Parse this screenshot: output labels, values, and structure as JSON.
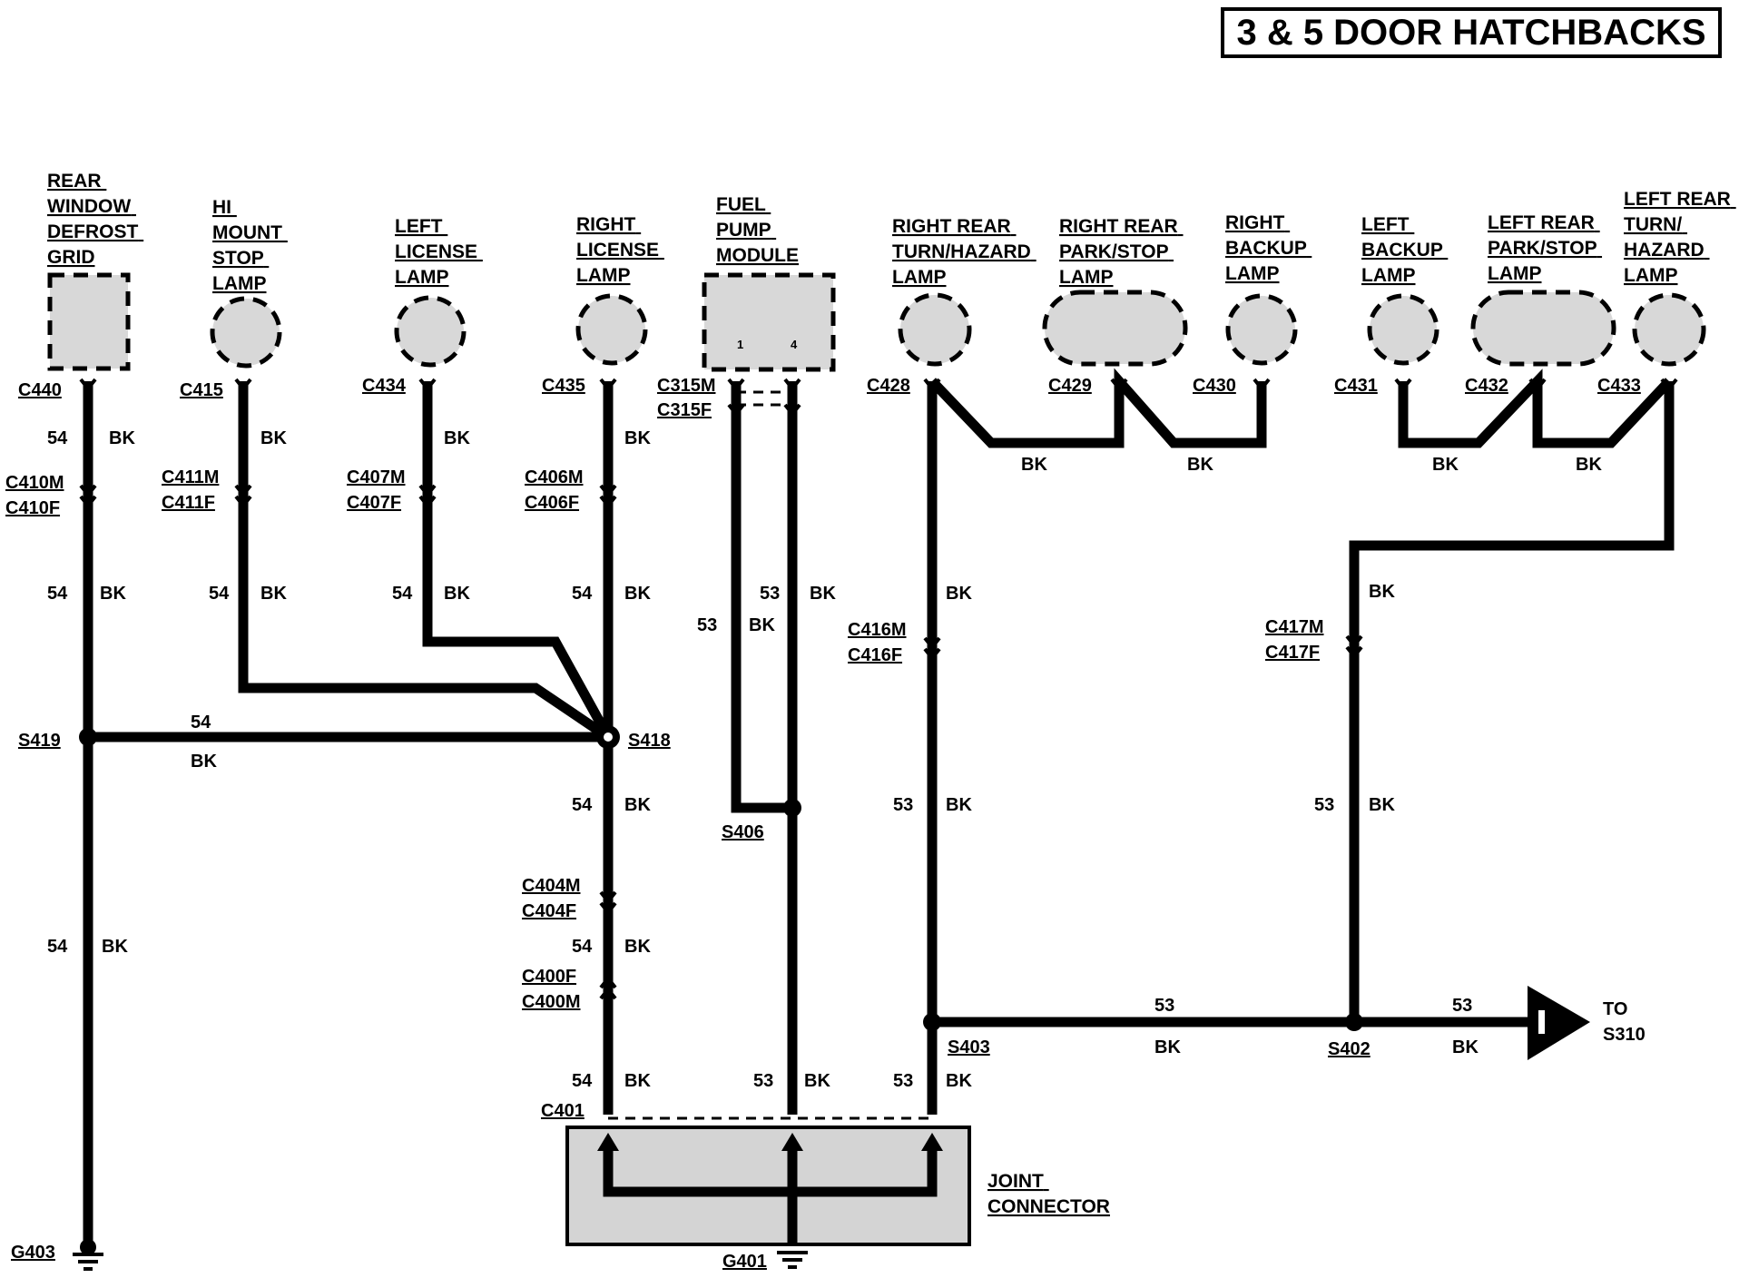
{
  "title": "3 & 5 DOOR HATCHBACKS",
  "components": {
    "rear_window_defrost_grid": [
      "REAR",
      "WINDOW",
      "DEFROST",
      "GRID"
    ],
    "hi_mount_stop_lamp": [
      "HI",
      "MOUNT",
      "STOP",
      "LAMP"
    ],
    "left_license_lamp": [
      "LEFT",
      "LICENSE",
      "LAMP"
    ],
    "right_license_lamp": [
      "RIGHT",
      "LICENSE",
      "LAMP"
    ],
    "fuel_pump_module": [
      "FUEL",
      "PUMP",
      "MODULE"
    ],
    "right_rear_turn_hazard_lamp": [
      "RIGHT REAR",
      "TURN/HAZARD",
      "LAMP"
    ],
    "right_rear_park_stop_lamp": [
      "RIGHT REAR",
      "PARK/STOP",
      "LAMP"
    ],
    "right_backup_lamp": [
      "RIGHT",
      "BACKUP",
      "LAMP"
    ],
    "left_backup_lamp": [
      "LEFT",
      "BACKUP",
      "LAMP"
    ],
    "left_rear_park_stop_lamp": [
      "LEFT REAR",
      "PARK/STOP",
      "LAMP"
    ],
    "left_rear_turn_hazard_lamp": [
      "LEFT REAR",
      "TURN/",
      "HAZARD",
      "LAMP"
    ],
    "joint_connector": [
      "JOINT",
      "CONNECTOR"
    ]
  },
  "fuel_pump_pins": [
    "1",
    "4"
  ],
  "connectors": {
    "c440": "C440",
    "c415": "C415",
    "c434": "C434",
    "c435": "C435",
    "c315m": "C315M",
    "c315f": "C315F",
    "c428": "C428",
    "c429": "C429",
    "c430": "C430",
    "c431": "C431",
    "c432": "C432",
    "c433": "C433",
    "c410m": "C410M",
    "c410f": "C410F",
    "c411m": "C411M",
    "c411f": "C411F",
    "c407m": "C407M",
    "c407f": "C407F",
    "c406m": "C406M",
    "c406f": "C406F",
    "c416m": "C416M",
    "c416f": "C416F",
    "c417m": "C417M",
    "c417f": "C417F",
    "c404m": "C404M",
    "c404f": "C404F",
    "c400f": "C400F",
    "c400m": "C400M",
    "c401": "C401"
  },
  "splices": {
    "s419": "S419",
    "s418": "S418",
    "s406": "S406",
    "s403": "S403",
    "s402": "S402"
  },
  "grounds": {
    "g403": "G403",
    "g401": "G401"
  },
  "destination": [
    "TO",
    "S310"
  ],
  "circuit_54": "54",
  "circuit_53": "53",
  "wire_color": "BK",
  "colors": {
    "wire": "#000000",
    "component_fill": "#d8d8d8"
  }
}
